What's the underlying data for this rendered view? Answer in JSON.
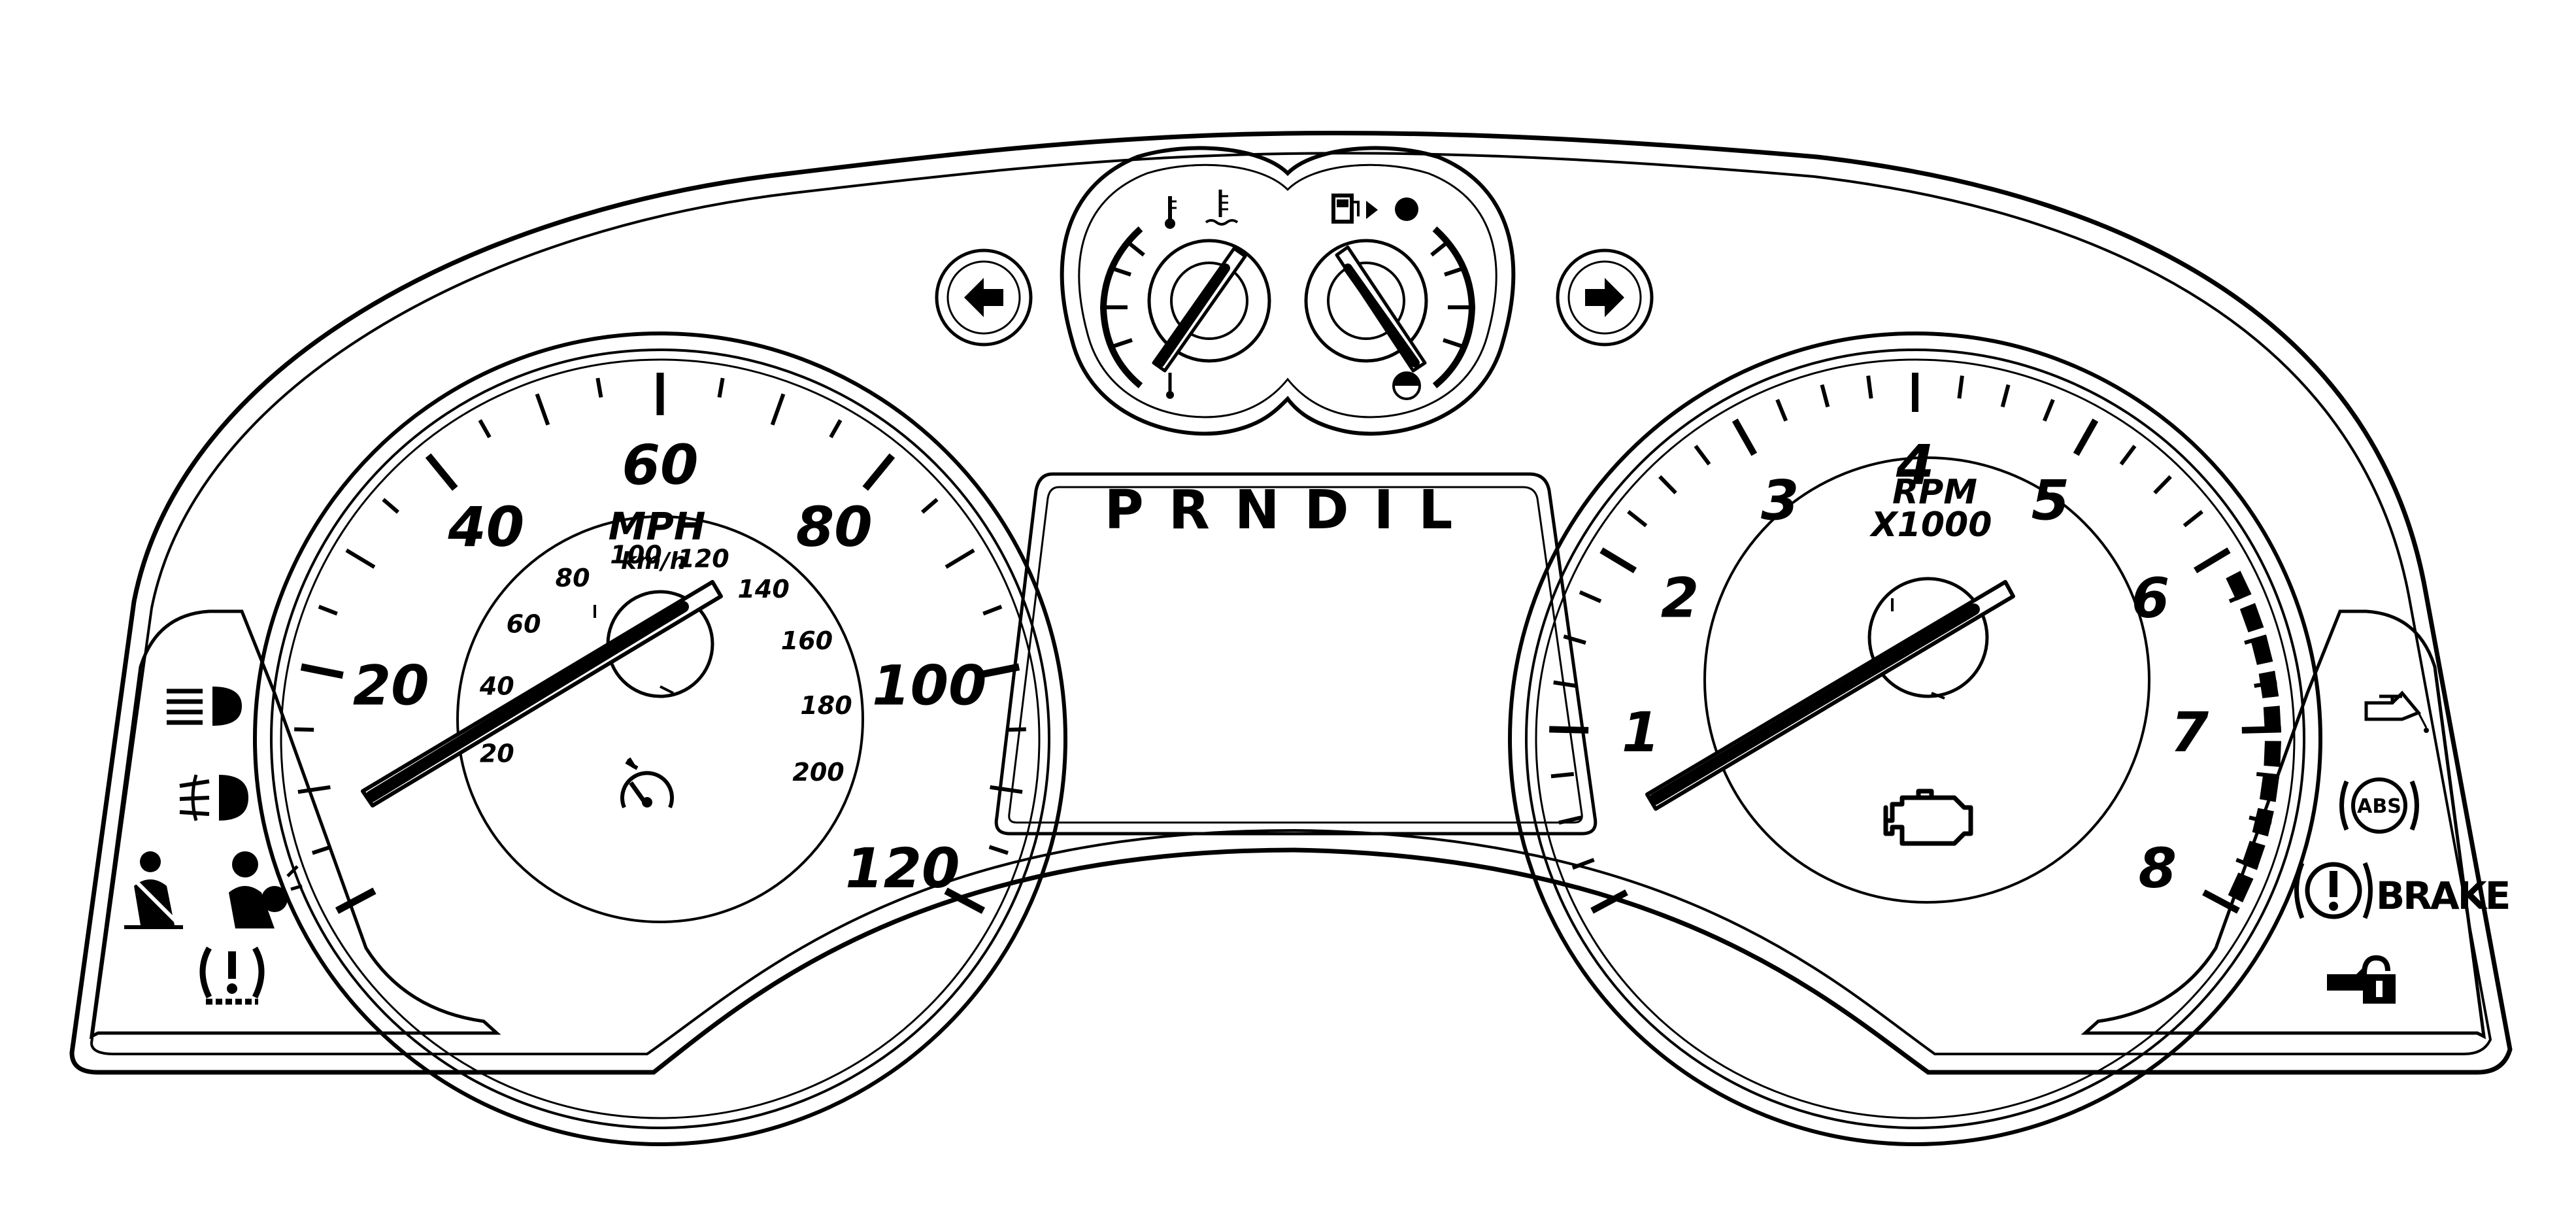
{
  "speedometer": {
    "unit_primary": "MPH",
    "unit_secondary": "km/h",
    "mph_labels": [
      "20",
      "40",
      "60",
      "80",
      "100",
      "120"
    ],
    "kmh_labels": [
      "20",
      "40",
      "60",
      "80",
      "100",
      "120",
      "140",
      "160",
      "180",
      "200"
    ]
  },
  "tachometer": {
    "unit_line1": "RPM",
    "unit_line2": "X1000",
    "labels": [
      "1",
      "2",
      "3",
      "4",
      "5",
      "6",
      "7",
      "8"
    ]
  },
  "gear_indicator": {
    "text": "PRNDIL"
  },
  "warning_lights": {
    "brake_label": "BRAKE",
    "abs_label": "ABS",
    "left_icons": [
      "headlamp-high-beam-icon",
      "fog-lamp-icon",
      "seatbelt-icon",
      "airbag-icon",
      "tire-pressure-icon"
    ],
    "right_icons": [
      "oil-pressure-icon",
      "abs-icon",
      "brake-warning-icon",
      "security-lock-icon"
    ],
    "center_icons": [
      "cruise-control-icon",
      "check-engine-icon"
    ]
  },
  "gauges_small": {
    "temp_icons": [
      "thermometer-icon",
      "coolant-temp-icon"
    ],
    "fuel_icons": [
      "fuel-pump-icon",
      "fuel-full-icon",
      "fuel-empty-icon"
    ]
  },
  "signals": [
    "left-turn-arrow-icon",
    "right-turn-arrow-icon"
  ]
}
